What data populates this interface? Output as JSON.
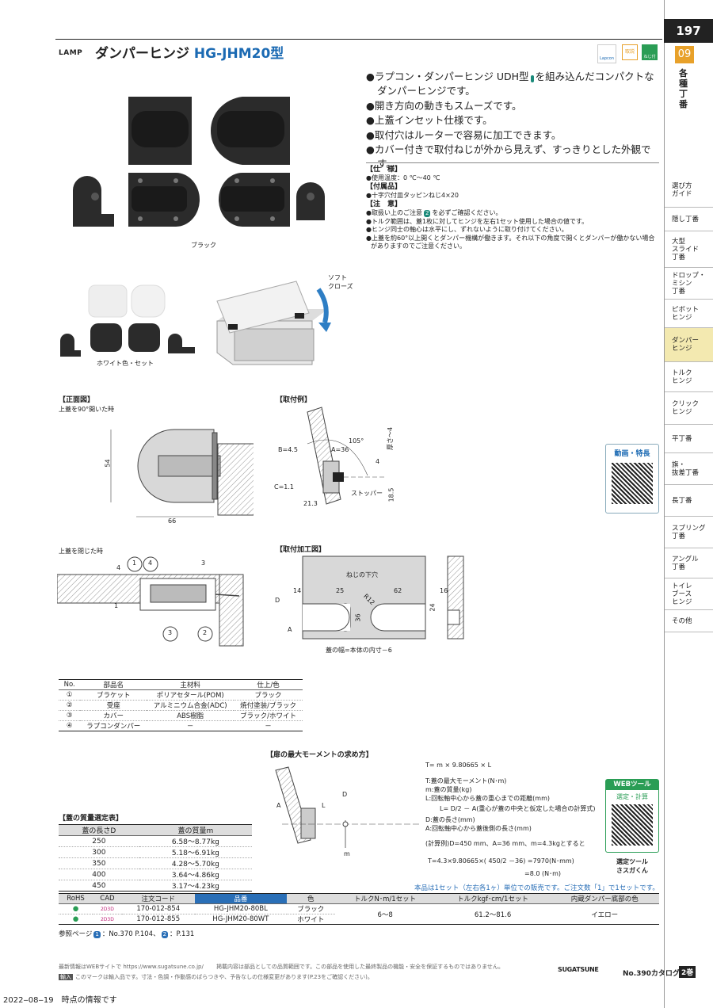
{
  "page": {
    "number": "197",
    "chapter_number": "09",
    "chapter_name": "各種丁番"
  },
  "sidebar": {
    "items": [
      {
        "label": "選び方\nガイド"
      },
      {
        "label": "隠し丁番"
      },
      {
        "label": "大型\nスライド\n丁番"
      },
      {
        "label": "ドロップ・\nミシン\n丁番"
      },
      {
        "label": "ピボット\nヒンジ"
      },
      {
        "label": "ダンパー\nヒンジ",
        "active": true
      },
      {
        "label": "トルク\nヒンジ"
      },
      {
        "label": "クリック\nヒンジ"
      },
      {
        "label": "平丁番"
      },
      {
        "label": "旗・\n抜差丁番"
      },
      {
        "label": "長丁番"
      },
      {
        "label": "スプリング\n丁番"
      },
      {
        "label": "アングル\n丁番"
      },
      {
        "label": "トイレ\nブース\nヒンジ"
      },
      {
        "label": "その他"
      }
    ]
  },
  "header": {
    "brand": "LAMP",
    "title_jp": "ダンパーヒンジ ",
    "title_model": "HG-JHM20型",
    "icon1": "Lapcon",
    "icon2": "取説",
    "icon3": "ねじ付"
  },
  "features": [
    "●ラプコン・ダンパーヒンジ UDH型",
    "を組み込んだコンパクトなダンパーヒンジです。",
    "●開き方向の動きもスムーズです。",
    "●上蓋インセット仕様です。",
    "●取付穴はルーターで容易に加工できます。",
    "●カバー付きで取付ねじが外から見えず、すっきりとした外観です。"
  ],
  "spec": {
    "h1": "【仕　様】",
    "s1": "●使用温度：0 ℃～40 ℃",
    "h2": "【付属品】",
    "s2": "●十字穴付皿タッピンねじ4×20",
    "h3": "【注　意】",
    "n1a": "●取扱い上のご注意",
    "n1b": "を必ずご確認ください。",
    "n2": "●トルク範囲は、蓋1枚に対してヒンジを左右1セット使用した場合の値です。",
    "n3": "●ヒンジ同士の軸心は水平にし、ずれないように取り付けてください。",
    "n4": "●上蓋を約60°以上開くとダンパー機構が働きます。それ以下の角度で開くとダンパーが働かない場合がありますのでご注意ください。"
  },
  "badges": {
    "b1": "1",
    "b2": "2"
  },
  "captions": {
    "black": "ブラック",
    "white": "ホワイト色・セット",
    "soft1": "ソフト",
    "soft2": "クローズ"
  },
  "drawings": {
    "front_h": "【正面図】",
    "front_sub": "上蓋を90°開いた時",
    "dim54": "54",
    "dim66": "66",
    "mount_h": "【取付例】",
    "b45": "B=4.5",
    "a36": "A=36",
    "a105": "105°",
    "c11": "C=1.1",
    "d213": "21.3",
    "d185": "18.5",
    "d4": "4",
    "thick": "厚さ～4",
    "stopper": "ストッパー",
    "closed_sub": "上蓋を閉じた時",
    "c1": "1",
    "c2": "2",
    "c3": "3",
    "c4": "4",
    "d3": "3",
    "d4b": "4",
    "proc_h": "【取付加工図】",
    "screw_hole": "ねじの下穴",
    "p14": "14",
    "p25": "25",
    "p62": "62",
    "p16": "16",
    "r12": "R12",
    "p36": "36",
    "p24": "24",
    "pD": "D",
    "pA": "A",
    "width_note": "蓋の幅=本体の内寸－6"
  },
  "video": {
    "label": "動画・特長"
  },
  "parts_table": {
    "headers": [
      "No.",
      "部品名",
      "主材料",
      "仕上/色"
    ],
    "rows": [
      [
        "①",
        "ブラケット",
        "ポリアセタール(POM)",
        "ブラック"
      ],
      [
        "②",
        "受座",
        "アルミニウム合金(ADC)",
        "焼付塗装/ブラック"
      ],
      [
        "③",
        "カバー",
        "ABS樹脂",
        "ブラック/ホワイト"
      ],
      [
        "④",
        "ラプコンダンパー",
        "－",
        "－"
      ]
    ]
  },
  "moment": {
    "heading": "【扉の最大モーメントの求め方】",
    "f1": "T= m × 9.80665 × L",
    "f2": "T:蓋の最大モーメント(N･m)",
    "f3": "m:蓋の質量(kg)",
    "f4": "L:回転軸中心から蓋の重心までの距離(mm)",
    "f5": "L= D/2 － A(重心が蓋の中央と仮定した場合の計算式)",
    "f6": "D:蓋の長さ(mm)",
    "f7": "A:回転軸中心から蓋後側の長さ(mm)",
    "f8": "(計算例)D=450 mm、A=36 mm、m=4.3kgとすると",
    "f9": "T=4.3×9.80665×( 450/2 －36) =7970(N･mm)",
    "f10": "=8.0 (N･m)",
    "lD": "D",
    "lL": "L",
    "lA": "A",
    "lm": "m"
  },
  "web_tool": {
    "header": "WEBツール",
    "sub": "選定・計算",
    "caption1": "選定ツール",
    "caption2": "さスガくん"
  },
  "mass_table": {
    "heading": "【蓋の質量選定表】",
    "headers": [
      "蓋の長さD",
      "蓋の質量m"
    ],
    "rows": [
      [
        "250",
        "6.58～8.77kg"
      ],
      [
        "300",
        "5.18～6.91kg"
      ],
      [
        "350",
        "4.28～5.70kg"
      ],
      [
        "400",
        "3.64～4.86kg"
      ],
      [
        "450",
        "3.17～4.23kg"
      ]
    ]
  },
  "sales_note": "本品は1セット（左右各1ヶ）単位での販売です。ご注文数「1」で1セットです。",
  "order_table": {
    "headers": [
      "RoHS",
      "CAD",
      "注文コード",
      "品番",
      "色",
      "トルクN･m/1セット",
      "トルクkgf･cm/1セット",
      "内蔵ダンパー底部の色"
    ],
    "rows": [
      [
        "●",
        "2D3D",
        "170-012-854",
        "HG-JHM20-80BL",
        "ブラック"
      ],
      [
        "●",
        "2D3D",
        "170-012-855",
        "HG-JHM20-80WT",
        "ホワイト"
      ]
    ],
    "torque_nm": "6～8",
    "torque_kgf": "61.2～81.6",
    "damper_color": "イエロー"
  },
  "ref": {
    "prefix": "参照ページ",
    "r1": "：No.370 P.104、",
    "r2": "：P.131"
  },
  "footer": {
    "line1": "最新情報はWEBサイトで https://www.sugatsune.co.jp/ 　　掲載内容は部品としての品質範囲です。この部品を使用した最終製品の機能・安全を保証するものではありません。",
    "line2": "このマークは輸入品です。寸法・色調・作動感のばらつきや、予告なしの仕様変更があります(P.23をご確認ください)。",
    "mark": "輸入",
    "brand": "SUGATSUNE",
    "catalog": "No.390カタログ",
    "vol": "2巻",
    "date": "2022‒08‒19　時点の情報です"
  },
  "colors": {
    "accent_blue": "#1b6ab3",
    "chapter_orange": "#e8a12a",
    "badge_green": "#1b8a7a",
    "web_green": "#2a9d55"
  }
}
